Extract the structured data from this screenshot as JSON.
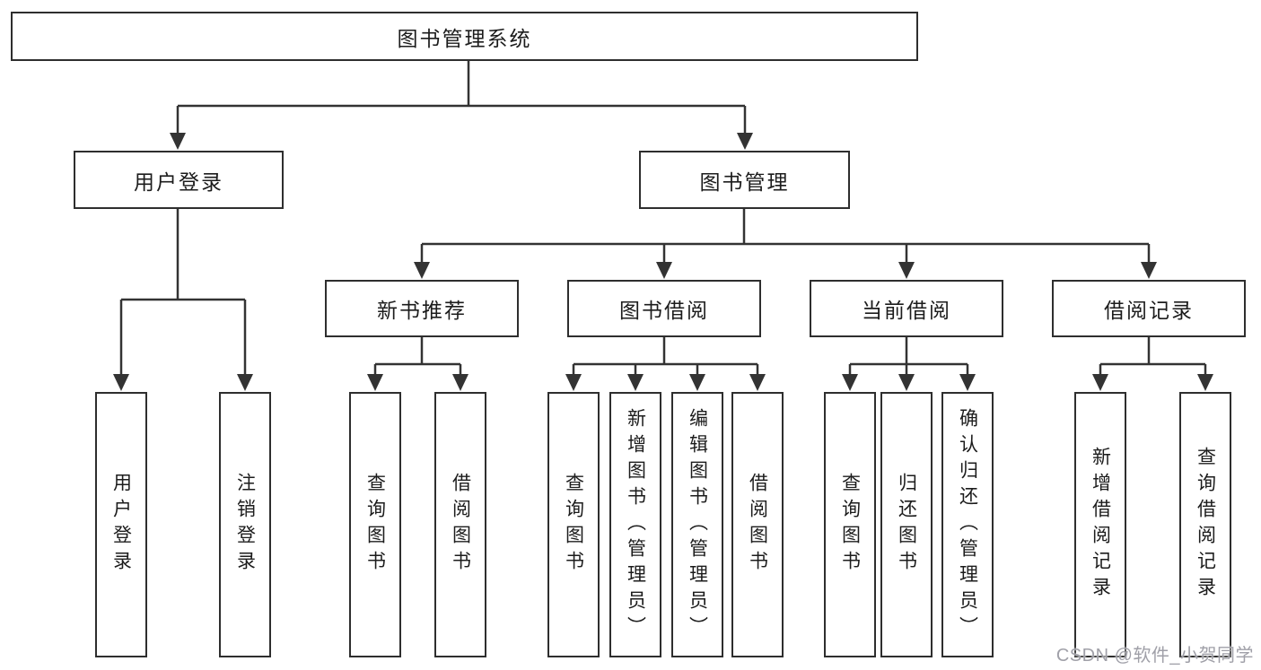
{
  "diagram": {
    "tree": {
      "label": "图书管理系统",
      "children": [
        {
          "label": "用户登录",
          "children": [
            {
              "label": "用户登录"
            },
            {
              "label": "注销登录"
            }
          ]
        },
        {
          "label": "图书管理",
          "children": [
            {
              "label": "新书推荐",
              "children": [
                {
                  "label": "查询图书"
                },
                {
                  "label": "借阅图书"
                }
              ]
            },
            {
              "label": "图书借阅",
              "children": [
                {
                  "label": "查询图书"
                },
                {
                  "label": "新增图书（管理员）"
                },
                {
                  "label": "编辑图书（管理员）"
                },
                {
                  "label": "借阅图书"
                }
              ]
            },
            {
              "label": "当前借阅",
              "children": [
                {
                  "label": "查询图书"
                },
                {
                  "label": "归还图书"
                },
                {
                  "label": "确认归还（管理员）"
                }
              ]
            },
            {
              "label": "借阅记录",
              "children": [
                {
                  "label": "新增借阅记录"
                },
                {
                  "label": "查询借阅记录"
                }
              ]
            }
          ]
        }
      ]
    }
  },
  "watermark": {
    "text": "CSDN @软件_小贺同学"
  },
  "colors": {
    "line": "#333333",
    "box_border": "#2e2e2e",
    "box_fill": "#ffffff",
    "text": "#1c1c1c",
    "watermark": "#a0a0a8",
    "background": "#ffffff"
  }
}
